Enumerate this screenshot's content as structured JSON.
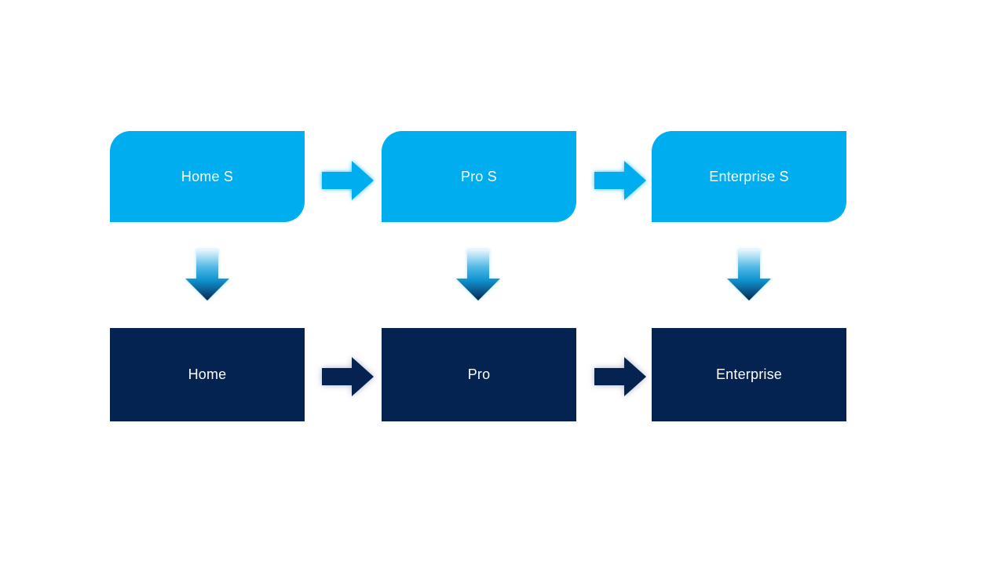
{
  "diagram": {
    "columns": [
      {
        "top_label": "Home S",
        "bottom_label": "Home"
      },
      {
        "top_label": "Pro S",
        "bottom_label": "Pro"
      },
      {
        "top_label": "Enterprise S",
        "bottom_label": "Enterprise"
      }
    ],
    "colors": {
      "accent_light_blue": "#00AEEF",
      "accent_navy": "#052350",
      "text": "#FFFFFF",
      "background": "#FFFFFF"
    },
    "icons": {
      "right_arrow": "right-arrow-icon",
      "down_arrow": "down-arrow-icon"
    }
  }
}
